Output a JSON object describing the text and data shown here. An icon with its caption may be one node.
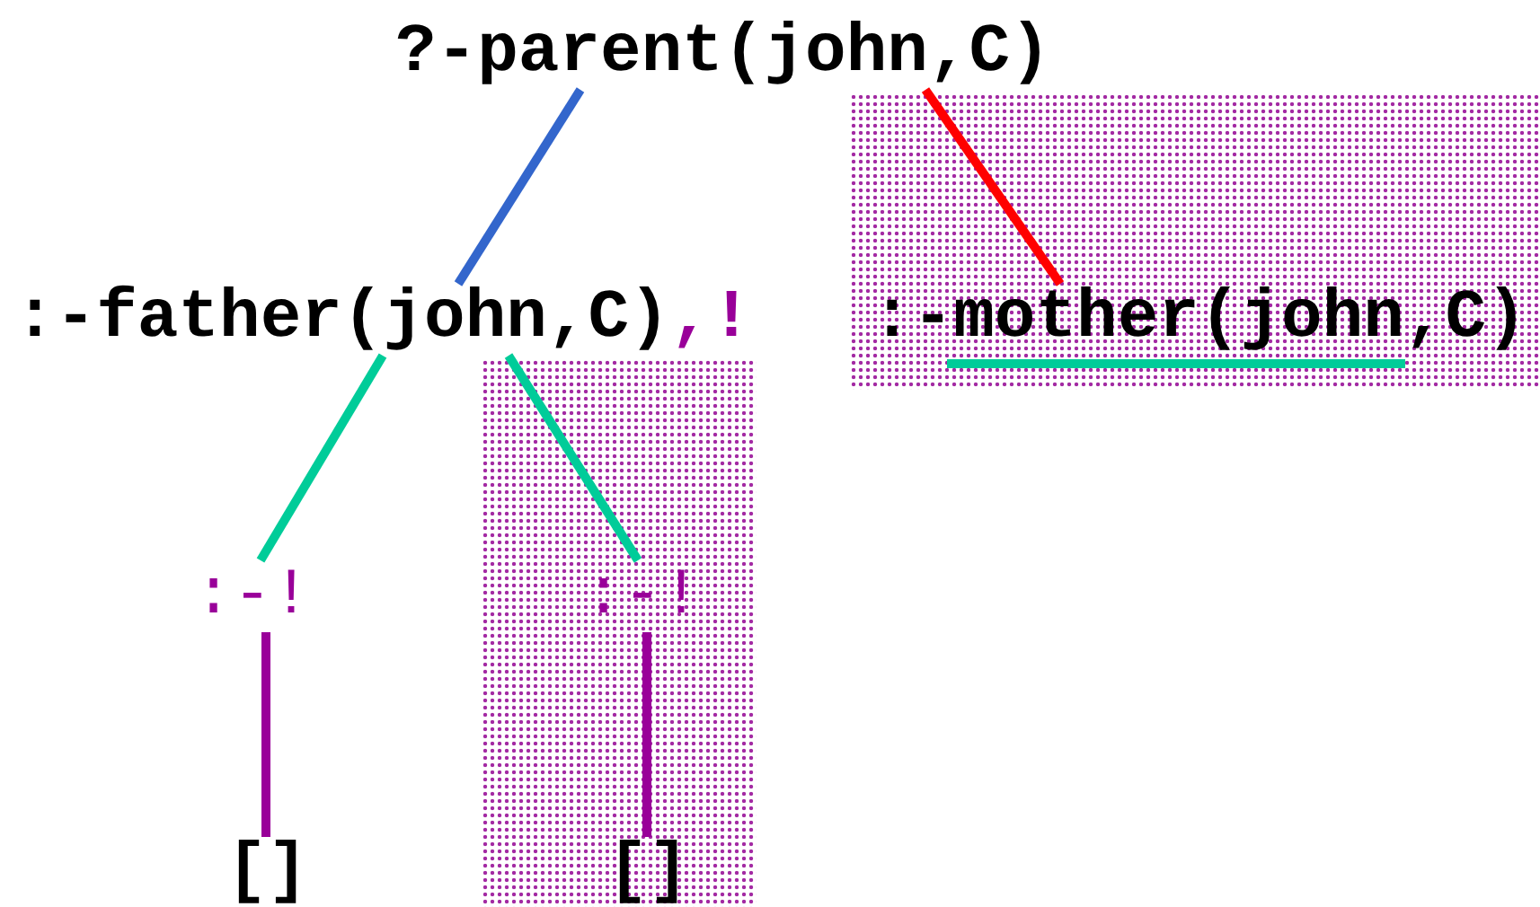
{
  "diagram": {
    "nodes": [
      {
        "text": [
          "?-parent(john,C)"
        ]
      },
      {
        "text": [
          ":-father(john,C)",
          ",!"
        ]
      },
      {
        "text": [
          ":-mother(john,C)"
        ]
      },
      {
        "text": [
          ":-!"
        ]
      },
      {
        "text": [
          ":-!"
        ]
      },
      {
        "text": [
          "[]"
        ]
      },
      {
        "text": [
          "[]"
        ]
      }
    ],
    "edges": [
      {
        "from": 0,
        "to": 1,
        "arrow": "none",
        "color": "#3366cc"
      },
      {
        "from": 0,
        "to": 2,
        "arrow": "none",
        "color": "#ff0000"
      },
      {
        "from": 1,
        "to": 3,
        "arrow": "none",
        "color": "#00cc99"
      },
      {
        "from": 1,
        "to": 4,
        "arrow": "none",
        "color": "#00cc99"
      },
      {
        "from": 3,
        "to": 5,
        "arrow": "none",
        "color": "#990099"
      },
      {
        "from": 4,
        "to": 6,
        "arrow": "none",
        "color": "#990099"
      }
    ]
  }
}
